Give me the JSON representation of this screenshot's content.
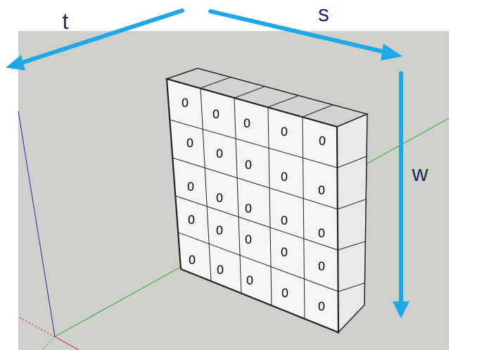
{
  "labels": {
    "t": "t",
    "s": "s",
    "w": "w"
  },
  "grid": {
    "rows": [
      [
        "0",
        "0",
        "0",
        "0",
        "0"
      ],
      [
        "0",
        "0",
        "0",
        "0",
        "0"
      ],
      [
        "0",
        "0",
        "0",
        "0",
        "0"
      ],
      [
        "0",
        "0",
        "0",
        "0",
        "0"
      ],
      [
        "0",
        "0",
        "0",
        "0",
        "0"
      ]
    ]
  },
  "colors": {
    "arrow": "#1ea9e6",
    "viewport": "#cfcfcb",
    "cube_front": "#f5f5f5",
    "cube_top": "#d3d3d3",
    "cube_side": "#e9e9e9",
    "red_axis": "#cc2222",
    "green_axis": "#2faa2f",
    "blue_axis": "#2a2ab0"
  },
  "icons": {
    "t_arrow": "arrow-left-icon",
    "s_arrow": "arrow-right-icon",
    "w_arrow": "arrow-down-icon"
  }
}
